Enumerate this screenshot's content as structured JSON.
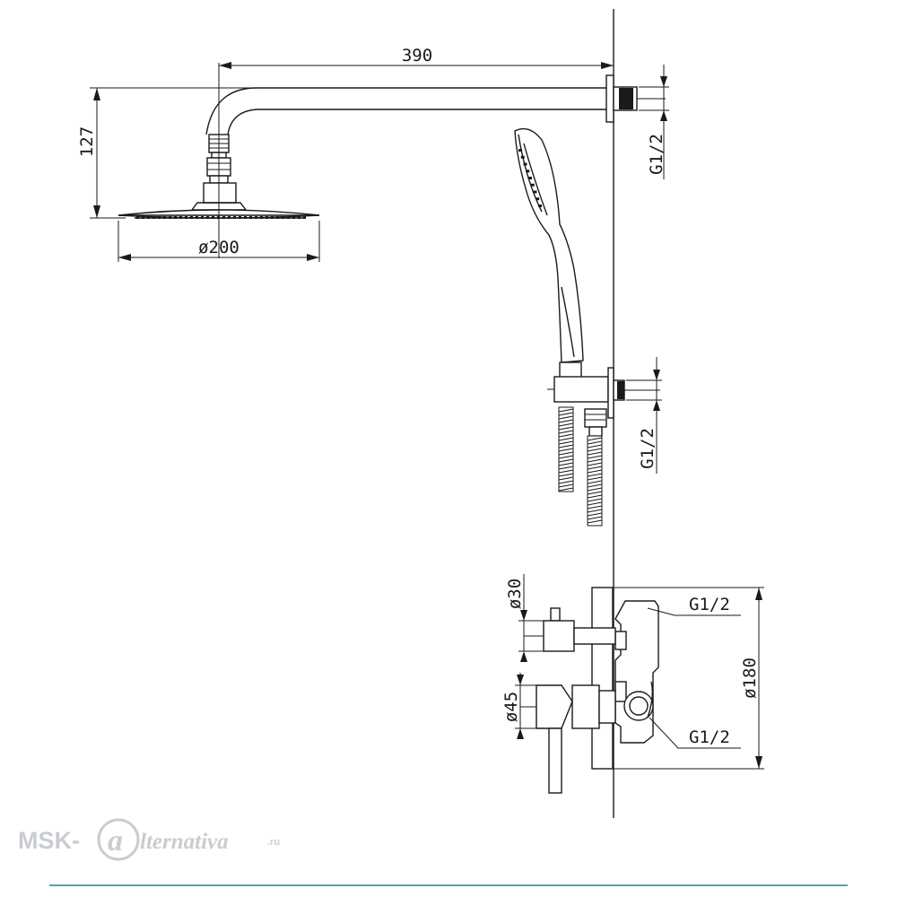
{
  "dimensions": {
    "arm_length": "390",
    "arm_drop": "127",
    "head_diameter": "ø200",
    "top_thread": "G1/2",
    "outlet_thread": "G1/2",
    "knob_diameter": "ø30",
    "lever_diameter": "ø45",
    "plate_diameter": "ø180",
    "mixer_inlet_top": "G1/2",
    "mixer_inlet_bottom": "G1/2"
  },
  "watermark": {
    "prefix": "MSK-",
    "glyph": "a",
    "suffix": "lternativa",
    "tld": ".ru"
  },
  "colors": {
    "line": "#1a1a1a",
    "watermark": "#c9ccd0",
    "footer_rule": "#2f7f8f"
  }
}
